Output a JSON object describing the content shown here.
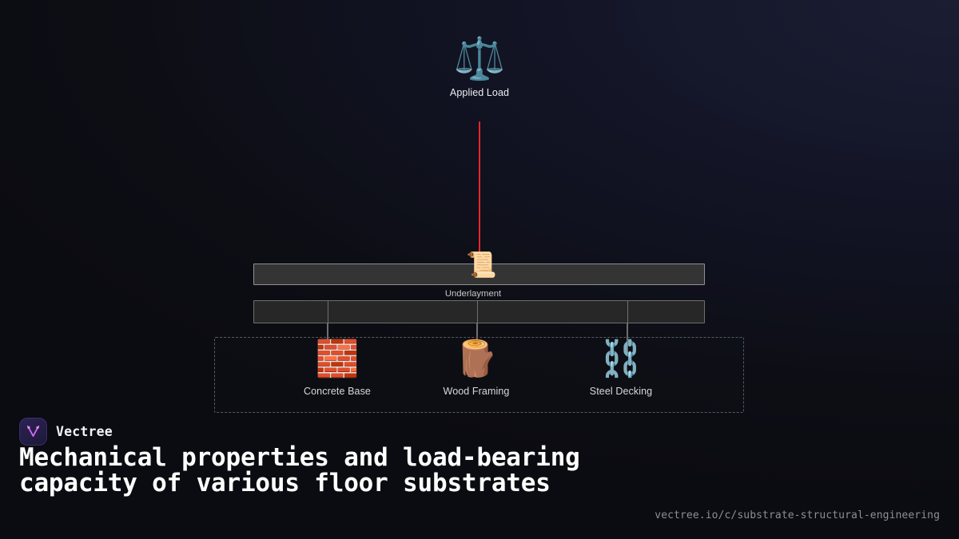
{
  "background": {
    "gradient_from": "#1b1d33",
    "gradient_to": "#0b0c11"
  },
  "diagram": {
    "load": {
      "label": "Applied Load",
      "icon": "balance-scale-icon",
      "glyph": "⚖️",
      "arrow_color": "#e8262b"
    },
    "beams": {
      "underlayment": {
        "label": "Underlayment",
        "icon": "scroll-icon",
        "glyph": "📜",
        "fill": "#343434",
        "border": "#909090"
      },
      "substrate_layer": {
        "fill": "#272727",
        "border": "#6f6f6f",
        "segments": 4
      }
    },
    "group": {
      "border_style": "dashed",
      "border_color": "#555a61"
    },
    "substrates": [
      {
        "label": "Concrete Base",
        "icon": "brick-icon",
        "glyph": "🧱"
      },
      {
        "label": "Wood Framing",
        "icon": "wood-log-icon",
        "glyph": "🪵"
      },
      {
        "label": "Steel Decking",
        "icon": "chains-icon",
        "glyph": "⛓️"
      }
    ],
    "connector_color": "#6e6e6e"
  },
  "footer": {
    "brand_name": "Vectree",
    "logo_icon": "vectree-logo-icon",
    "title": "Mechanical properties and load-bearing capacity of various floor substrates",
    "url": "vectree.io/c/substrate-structural-engineering"
  }
}
